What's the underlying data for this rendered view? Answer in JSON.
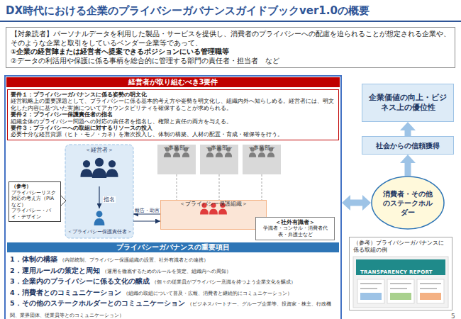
{
  "diagram": {
    "title": "DX時代における企業のプライバシーガバナンスガイドブックver1.0の概要",
    "nodes": [
      {
        "text": [
          "【対象読者】パーソナルデータを利用した製品・サービスを提供し、消費者のプライバシーへの配慮を迫られることが想定される企業や、そのような企業と取引をしているベンダー企業等であって、",
          "①企業の経営陣または経営者へ提案できるポジションにいる管理職等",
          "②データの利活用や保護に係る事柄を総合的に管理する部門の責任者・担当者　など"
        ]
      },
      {
        "text": [
          "経営者が取り組むべき3要件"
        ]
      },
      {
        "text": [
          "要件１：プライバシーガバナンスに係る姿勢の明文化",
          "経営戦略上の重要課題として、プライバシーに係る基本的考え方や姿勢を明文化し、組織内外へ知らしめる。経営者には、明文化した内容に基づいた実施についてアカウンタビリティを確保することが求められる。",
          "要件２：プライバシー保護責任者の指名",
          "組織全体のプライバシー問題への対応の責任者を指名し、権限と責任の両方を与える。",
          "要件３：プライバシーへの取組に対するリソースの投入",
          "必要十分な経営資源（ヒト・モノ・カネ）を漸次投入し、体制の構築、人材の配置・育成・確保等を行う。"
        ],
        "in": 1
      },
      {
        "text": [
          "＜経営者＞"
        ],
        "in": 1
      },
      {
        "text": [
          "＜プライバシー保護責任者＞"
        ],
        "in": 1
      },
      {
        "text": [
          "＜事業部＞"
        ],
        "in": 1
      },
      {
        "text": [
          "＜事業部＞"
        ],
        "in": 1
      },
      {
        "text": [
          "＜事業部＞"
        ],
        "in": 1
      },
      {
        "text": [
          "＜プライバシー保護組織＞"
        ],
        "in": 1
      },
      {
        "text": [
          "＜社外有識者＞",
          "学識者・コンサル・消費者代表・弁護士など"
        ],
        "in": 1
      },
      {
        "text": [
          "（参考）",
          "プライバシーリスク対応の考え方（PIAなど）",
          "プライバシー・バイ・デザイン"
        ],
        "in": 1
      },
      {
        "text": [
          "プライバシーガバナンスの重要項目",
          "1．体制の構築",
          "（内部統制、プライバシー保護組織の設置、社外有識者との連携）",
          "2．運用ルールの策定と周知",
          "（運用を徹底するためのルールを策定、組織内への周知）",
          "3．企業内のプライバシーに係る文化の醸成",
          "（個々の従業員がプライバシー意識を持つよう企業文化を醸成）",
          "4．消費者とのコミュニケーション",
          "（組織の取組について普及・広報、消費者と継続的にコミュニケーション）",
          "5．その他のステークホルダーとのコミュニケーション",
          "（ビジネスパートナー、グループ企業等、投資家・株主、行政機関、業界団体、従業員等とのコミュニケーション）"
        ],
        "in": 1
      },
      {
        "text": [
          "企業価値の向上・ビジネス上の優位性"
        ]
      },
      {
        "text": [
          "社会からの信頼獲得"
        ]
      },
      {
        "text": [
          "消費者・その他のステークホルダー"
        ]
      },
      {
        "text": [
          "（参考）プライバシーガバナンスに係る取組の例"
        ]
      }
    ],
    "edges": [
      {
        "from": 3,
        "to": 4,
        "arrow": "to",
        "label": "指名"
      },
      {
        "from": 8,
        "to": 4,
        "arrow": "to",
        "label": "報告・助言"
      },
      {
        "from": 4,
        "to": 8,
        "arrow": "to"
      },
      {
        "from": 5,
        "to": 8,
        "arrow": "none"
      },
      {
        "from": 6,
        "to": 8,
        "arrow": "none"
      },
      {
        "from": 7,
        "to": 8,
        "arrow": "none"
      },
      {
        "from": 13,
        "to": 12,
        "arrow": "to"
      },
      {
        "from": 14,
        "to": 13,
        "arrow": "to"
      },
      {
        "from": 1,
        "to": 14,
        "arrow": "both"
      }
    ],
    "labels": [
      "5",
      "TRANSPARENCY REPORT"
    ]
  }
}
